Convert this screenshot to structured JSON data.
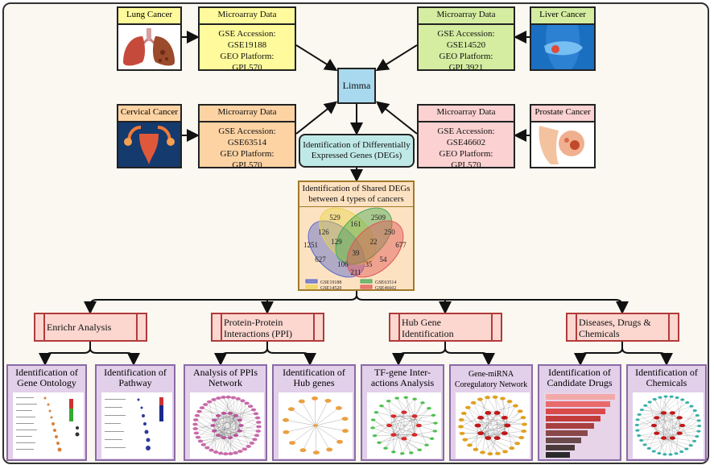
{
  "cancers": {
    "lung": {
      "label": "Lung Cancer",
      "header": "Microarray Data",
      "line1": "GSE Accession:",
      "line2": "GSE19188",
      "line3": "GEO Platform:",
      "line4": "GPL570"
    },
    "liver": {
      "label": "Liver Cancer",
      "header": "Microarray Data",
      "line1": "GSE Accession:",
      "line2": "GSE14520",
      "line3": "GEO Platform:",
      "line4": "GPL3921"
    },
    "cervical": {
      "label": "Cervical Cancer",
      "header": "Microarray Data",
      "line1": "GSE Accession:",
      "line2": "GSE63514",
      "line3": "GEO Platform:",
      "line4": "GPL570"
    },
    "prostate": {
      "label": "Prostate Cancer",
      "header": "Microarray Data",
      "line1": "GSE Accession:",
      "line2": "GSE46602",
      "line3": "GEO Platform:",
      "line4": "GPL570"
    }
  },
  "limma": "Limma",
  "degs": {
    "line1": "Identification of Differentially",
    "line2": "Expressed Genes (DEGs)"
  },
  "shared": {
    "line1": "Identification of Shared DEGs",
    "line2": "between 4 types of cancers"
  },
  "venn": {
    "values": [
      "529",
      "161",
      "2509",
      "126",
      "250",
      "1251",
      "129",
      "22",
      "677",
      "39",
      "627",
      "54",
      "106",
      "35",
      "211"
    ],
    "legend": [
      "GSE19188",
      "GSE63514",
      "GSE14520",
      "GSE46602"
    ],
    "colors": [
      "#5566cc",
      "#44aa55",
      "#e8d44d",
      "#e05555"
    ]
  },
  "analyses": [
    {
      "l1": "Enrichr Analysis",
      "l2": ""
    },
    {
      "l1": "Protein-Protein",
      "l2": "Interactions (PPI)"
    },
    {
      "l1": "Hub Gene",
      "l2": "Identification"
    },
    {
      "l1": "Diseases, Drugs &",
      "l2": "Chemicals"
    }
  ],
  "results": [
    {
      "l1": "Identification of",
      "l2": "Gene Ontology"
    },
    {
      "l1": "Identification of",
      "l2": "Pathway"
    },
    {
      "l1": "Analysis of PPIs",
      "l2": "Network"
    },
    {
      "l1": "Identification of",
      "l2": "Hub genes"
    },
    {
      "l1": "TF-gene Inter-",
      "l2": "actions Analysis"
    },
    {
      "l1": "Gene-miRNA",
      "l2": "Coregulatory Network"
    },
    {
      "l1": "Identification of",
      "l2": "Candidate Drugs"
    },
    {
      "l1": "Identification of",
      "l2": "Chemicals"
    }
  ]
}
